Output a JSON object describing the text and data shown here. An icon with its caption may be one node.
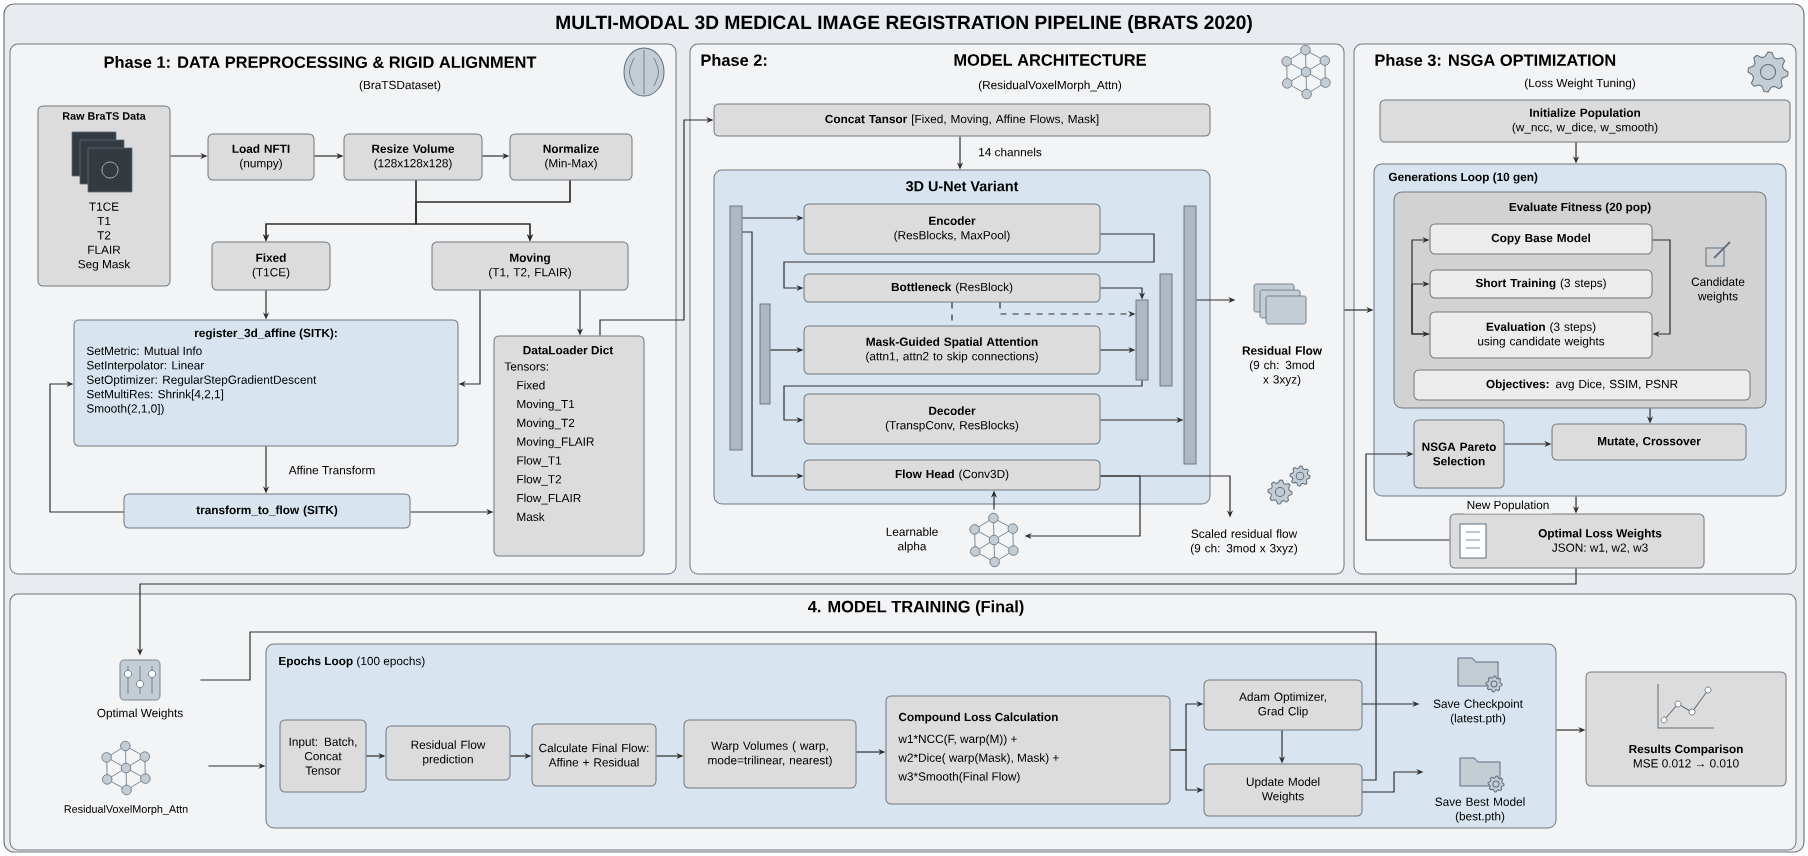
{
  "diagram": {
    "title": "MULTI-MODAL 3D MEDICAL IMAGE REGISTRATION PIPELINE (BRATS 2020)",
    "nodes": [
      {
        "text": [
          "Phase 1: DATA PREPROCESSING & RIGID ALIGNMENT",
          "(BraTSDataset)"
        ]
      },
      {
        "text": [
          "Raw BraTS Data",
          "T1CE",
          "T1",
          "T2",
          "FLAIR",
          "Seg Mask"
        ],
        "in": 0
      },
      {
        "text": [
          "Load NFTI",
          "(numpy)"
        ],
        "in": 0
      },
      {
        "text": [
          "Resize Volume",
          "(128x128x128)"
        ],
        "in": 0
      },
      {
        "text": [
          "Normalize",
          "(Min-Max)"
        ],
        "in": 0
      },
      {
        "text": [
          "Fixed",
          "(T1CE)"
        ],
        "in": 0
      },
      {
        "text": [
          "Moving",
          "(T1, T2, FLAIR)"
        ],
        "in": 0
      },
      {
        "text": [
          "register_3d_affine (SITK):",
          "SetMetric: Mutual Info",
          "SetInterpolator: Linear",
          "SetOptimizer: RegularStepGradientDescent",
          "SetMultiRes: Shrink[4,2,1]",
          "Smooth(2,1,0])"
        ],
        "in": 0
      },
      {
        "text": [
          "transform_to_flow (SITK)"
        ],
        "in": 0
      },
      {
        "text": [
          "DataLoader Dict",
          "Tensors:",
          "Fixed",
          "Moving_T1",
          "Moving_T2",
          "Moving_FLAIR",
          "Flow_T1",
          "Flow_T2",
          "Flow_FLAIR",
          "Mask"
        ],
        "in": 0
      },
      {
        "text": [
          "Phase 2:",
          "MODEL ARCHITECTURE",
          "(ResidualVoxelMorph_Attn)"
        ]
      },
      {
        "text": [
          "**Concat Tansor** [Fixed, Moving, Affine Flows, Mask]"
        ],
        "in": 10
      },
      {
        "text": [
          "3D U-Net Variant"
        ],
        "in": 10
      },
      {
        "text": [],
        "shape": "bar",
        "in": 12
      },
      {
        "text": [],
        "shape": "bar",
        "in": 12
      },
      {
        "text": [
          "Encoder",
          "(ResBlocks, MaxPool)"
        ],
        "in": 12
      },
      {
        "text": [
          "**Bottleneck** (ResBlock)"
        ],
        "in": 12
      },
      {
        "text": [
          "Mask-Guided Spatial Attention",
          "(attn1, attn2 to skip connections)"
        ],
        "in": 12
      },
      {
        "text": [
          "Decoder",
          "(TranspConv, ResBlocks)"
        ],
        "in": 12
      },
      {
        "text": [
          "**Flow Head** (Conv3D)"
        ],
        "in": 12
      },
      {
        "text": [],
        "shape": "bar",
        "in": 12
      },
      {
        "text": [],
        "shape": "bar",
        "in": 12
      },
      {
        "text": [],
        "shape": "bar",
        "in": 12
      },
      {
        "text": [
          "Residual Flow",
          "(9 ch: 3mod x 3xyz)"
        ],
        "in": 10
      },
      {
        "text": [
          "Learnable alpha"
        ],
        "in": 10
      },
      {
        "text": [
          "Scaled residual flow",
          "(9 ch: 3mod x 3xyz)"
        ],
        "in": 10
      },
      {
        "text": [
          "Phase 3: NSGA OPTIMIZATION",
          "(Loss Weight Tuning)"
        ]
      },
      {
        "text": [
          "Initialize Population",
          "(w_ncc, w_dice, w_smooth)"
        ],
        "in": 26
      },
      {
        "text": [
          "Generations Loop (10 gen)"
        ],
        "in": 26
      },
      {
        "text": [
          "Evaluate Fitness (20 pop)"
        ],
        "in": 28
      },
      {
        "text": [
          "Copy Base Model"
        ],
        "in": 29
      },
      {
        "text": [
          "**Short Training** (3 steps)"
        ],
        "in": 29
      },
      {
        "text": [
          "**Evaluation** (3 steps)",
          "using candidate weights"
        ],
        "in": 29
      },
      {
        "text": [
          "**Objectives:** avg Dice, SSIM, PSNR"
        ],
        "in": 29
      },
      {
        "text": [
          "NSGA Pareto Selection"
        ],
        "in": 28
      },
      {
        "text": [
          "Mutate, Crossover"
        ],
        "in": 28
      },
      {
        "text": [
          "Optimal Loss Weights",
          "JSON: w1, w2, w3"
        ],
        "in": 26
      },
      {
        "text": [
          "4. MODEL TRAINING (Final)"
        ]
      },
      {
        "text": [
          "Optimal Weights"
        ],
        "in": 37
      },
      {
        "text": [
          "ResidualVoxelMorph_Attn"
        ],
        "in": 37
      },
      {
        "text": [
          "**Epochs Loop** (100 epochs)"
        ],
        "in": 37
      },
      {
        "text": [
          "Input: Batch, Concat Tensor"
        ],
        "in": 40
      },
      {
        "text": [
          "Residual Flow prediction"
        ],
        "in": 40
      },
      {
        "text": [
          "Calculate Final Flow: Affine + Residual"
        ],
        "in": 40
      },
      {
        "text": [
          "Warp Volumes ( warp, mode=trilinear, nearest)"
        ],
        "in": 40
      },
      {
        "text": [
          "Compound Loss Calculation",
          "w1*NCC(F, warp(M)) +",
          "w2*Dice( warp(Mask), Mask) +",
          "w3*Smooth(Final Flow)"
        ],
        "in": 40
      },
      {
        "text": [
          "Adam Optimizer, Grad Clip"
        ],
        "in": 40
      },
      {
        "text": [
          "Update Model Weights"
        ],
        "in": 40
      },
      {
        "text": [
          "Save Checkpoint",
          "(latest.pth)"
        ],
        "in": 40
      },
      {
        "text": [
          "Save Best Model",
          "(best.pth)"
        ],
        "in": 40
      },
      {
        "text": [
          "Results Comparison",
          "MSE 0.012 → 0.010"
        ],
        "in": 37
      }
    ],
    "edges": [
      {
        "from": 1,
        "to": 2,
        "arrow": "to"
      },
      {
        "from": 2,
        "to": 3,
        "arrow": "to"
      },
      {
        "from": 3,
        "to": 4,
        "arrow": "to"
      },
      {
        "from": 3,
        "to": 5,
        "arrow": "to"
      },
      {
        "from": 3,
        "to": 6,
        "arrow": "to"
      },
      {
        "from": 4,
        "to": 5,
        "arrow": "to"
      },
      {
        "from": 4,
        "to": 6,
        "arrow": "to"
      },
      {
        "from": 5,
        "to": 7,
        "arrow": "to"
      },
      {
        "from": 6,
        "to": 7,
        "arrow": "to"
      },
      {
        "from": 6,
        "to": 9,
        "arrow": "to"
      },
      {
        "from": 7,
        "to": 8,
        "arrow": "to",
        "label": "Affine Transform"
      },
      {
        "from": 8,
        "to": 9,
        "arrow": "to"
      },
      {
        "from": 8,
        "to": 7,
        "arrow": "to"
      },
      {
        "from": 9,
        "to": 11,
        "arrow": "to"
      },
      {
        "from": 11,
        "to": 12,
        "arrow": "to",
        "label": "14 channels"
      },
      {
        "from": 13,
        "to": 15,
        "arrow": "to"
      },
      {
        "from": 13,
        "to": 19,
        "arrow": "to"
      },
      {
        "from": 14,
        "to": 17,
        "arrow": "to"
      },
      {
        "from": 15,
        "to": 16,
        "arrow": "to"
      },
      {
        "from": 16,
        "to": 20,
        "arrow": "to"
      },
      {
        "from": 16,
        "to": 17,
        "arrow": "none",
        "style": "dashed"
      },
      {
        "from": 16,
        "to": 20,
        "arrow": "to",
        "style": "dashed"
      },
      {
        "from": 17,
        "to": 20,
        "arrow": "to"
      },
      {
        "from": 20,
        "to": 18,
        "arrow": "to"
      },
      {
        "from": 18,
        "to": 22,
        "arrow": "to"
      },
      {
        "from": 22,
        "to": 23,
        "arrow": "to"
      },
      {
        "from": 19,
        "to": 25,
        "arrow": "to"
      },
      {
        "from": 19,
        "to": 24,
        "arrow": "to"
      },
      {
        "from": 24,
        "to": 19,
        "arrow": "to"
      },
      {
        "from": 10,
        "to": 28,
        "arrow": "to"
      },
      {
        "from": 27,
        "to": 28,
        "arrow": "to"
      },
      {
        "from": 30,
        "to": 32,
        "arrow": "to"
      },
      {
        "from": 32,
        "to": 30,
        "arrow": "both"
      },
      {
        "from": 32,
        "to": 31,
        "arrow": "to"
      },
      {
        "from": 29,
        "to": 35,
        "arrow": "to"
      },
      {
        "from": 34,
        "to": 35,
        "arrow": "to"
      },
      {
        "from": 28,
        "to": 36,
        "arrow": "to",
        "label": "New Population"
      },
      {
        "from": 36,
        "to": 34,
        "arrow": "to"
      },
      {
        "from": 36,
        "to": 38,
        "arrow": "to"
      },
      {
        "from": 38,
        "to": 47,
        "arrow": "none"
      },
      {
        "from": 39,
        "to": 40,
        "arrow": "to"
      },
      {
        "from": 41,
        "to": 42,
        "arrow": "to"
      },
      {
        "from": 42,
        "to": 43,
        "arrow": "to"
      },
      {
        "from": 43,
        "to": 44,
        "arrow": "to"
      },
      {
        "from": 44,
        "to": 45,
        "arrow": "to"
      },
      {
        "from": 45,
        "to": 46,
        "arrow": "to"
      },
      {
        "from": 45,
        "to": 47,
        "arrow": "to"
      },
      {
        "from": 46,
        "to": 47,
        "arrow": "to"
      },
      {
        "from": 46,
        "to": 48,
        "arrow": "to"
      },
      {
        "from": 47,
        "to": 49,
        "arrow": "to"
      },
      {
        "from": 40,
        "to": 50,
        "arrow": "to"
      }
    ],
    "labels": [
      "Candidate weights"
    ]
  }
}
